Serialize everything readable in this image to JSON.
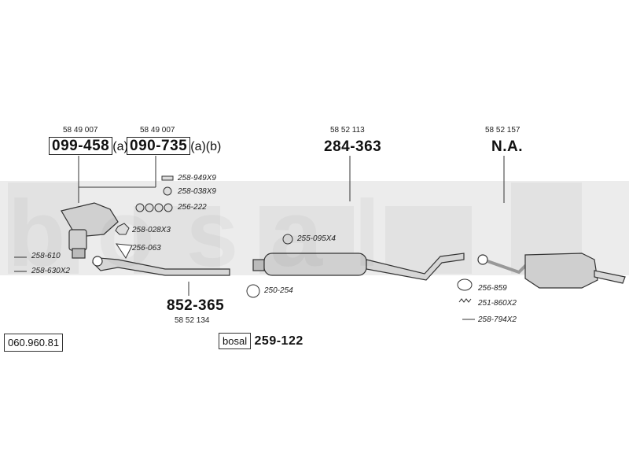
{
  "diagram": {
    "catalog_code": "060.960.81",
    "parts": {
      "p1_ref": "58 49 007",
      "p1_num": "099-458",
      "p1_suffix": "(a)",
      "p2_ref": "58 49 007",
      "p2_num": "090-735",
      "p2_suffix": "(a)(b)",
      "p3_ref": "58 52 113",
      "p3_num": "284-363",
      "p4_ref": "58 52 157",
      "p4_num": "N.A.",
      "p5_num": "852-365",
      "p5_ref": "58 52 134",
      "p6_num": "259-122",
      "p6_logo": "bosal"
    },
    "accessories": {
      "a1": "258-949X9",
      "a2": "258-038X9",
      "a3": "256-222",
      "a4": "258-028X3",
      "a5": "256-063",
      "a6": "258-610",
      "a7": "258-630X2",
      "a8": "255-095X4",
      "a9": "250-254",
      "a10": "256-859",
      "a11": "251-860X2",
      "a12": "258-794X2"
    },
    "watermark": "bosal"
  }
}
